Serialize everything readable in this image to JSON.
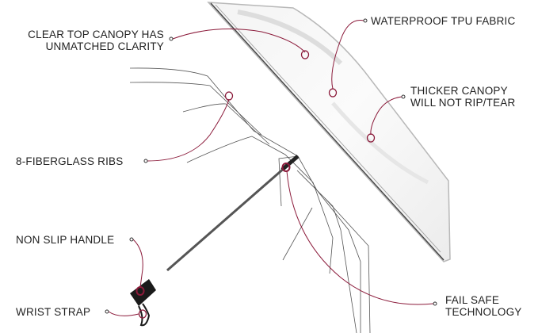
{
  "colors": {
    "accent": "#8b1a3a",
    "text": "#222222"
  },
  "callouts": {
    "clear_top": [
      "CLEAR TOP CANOPY HAS",
      "UNMATCHED CLARITY"
    ],
    "waterproof": "WATERPROOF TPU FABRIC",
    "thicker": [
      "THICKER CANOPY",
      "WILL NOT RIP/TEAR"
    ],
    "ribs": "8-FIBERGLASS RIBS",
    "handle": "NON SLIP HANDLE",
    "strap": "WRIST STRAP",
    "failsafe": [
      "FAIL SAFE",
      "TECHNOLOGY"
    ]
  }
}
